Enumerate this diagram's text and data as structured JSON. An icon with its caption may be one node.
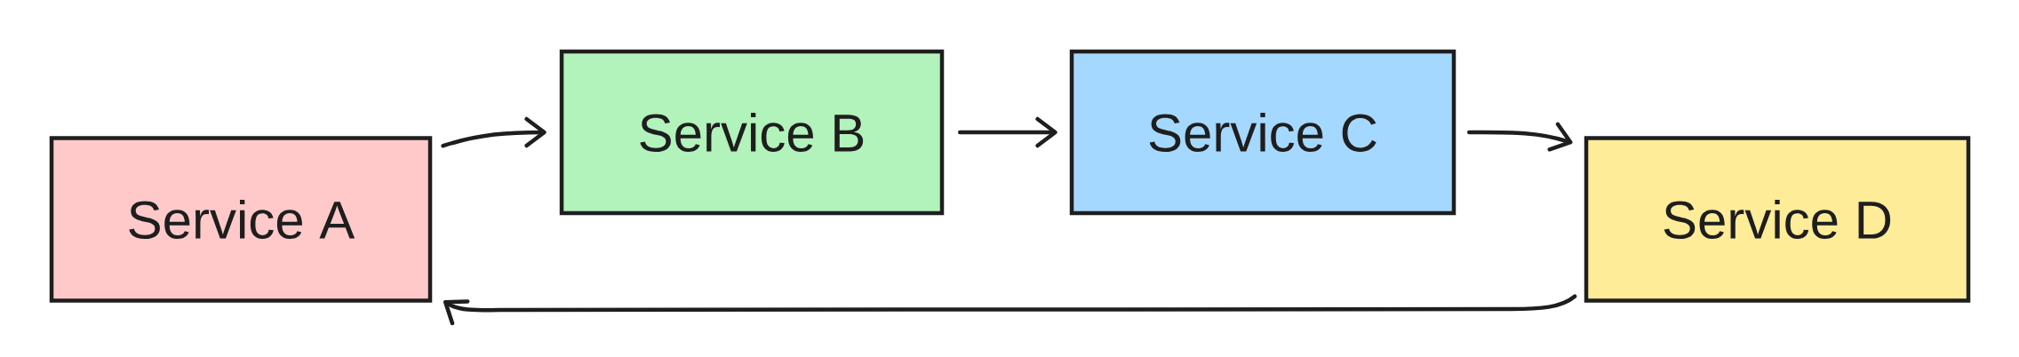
{
  "diagram": {
    "nodes": [
      {
        "text": [
          "Service A"
        ]
      },
      {
        "text": [
          "Service B"
        ]
      },
      {
        "text": [
          "Service C"
        ]
      },
      {
        "text": [
          "Service D"
        ]
      }
    ],
    "edges": [
      {
        "from": 0,
        "to": 1,
        "arrow": "to"
      },
      {
        "from": 1,
        "to": 2,
        "arrow": "to"
      },
      {
        "from": 2,
        "to": 3,
        "arrow": "to"
      },
      {
        "from": 3,
        "to": 0,
        "arrow": "to"
      }
    ]
  }
}
